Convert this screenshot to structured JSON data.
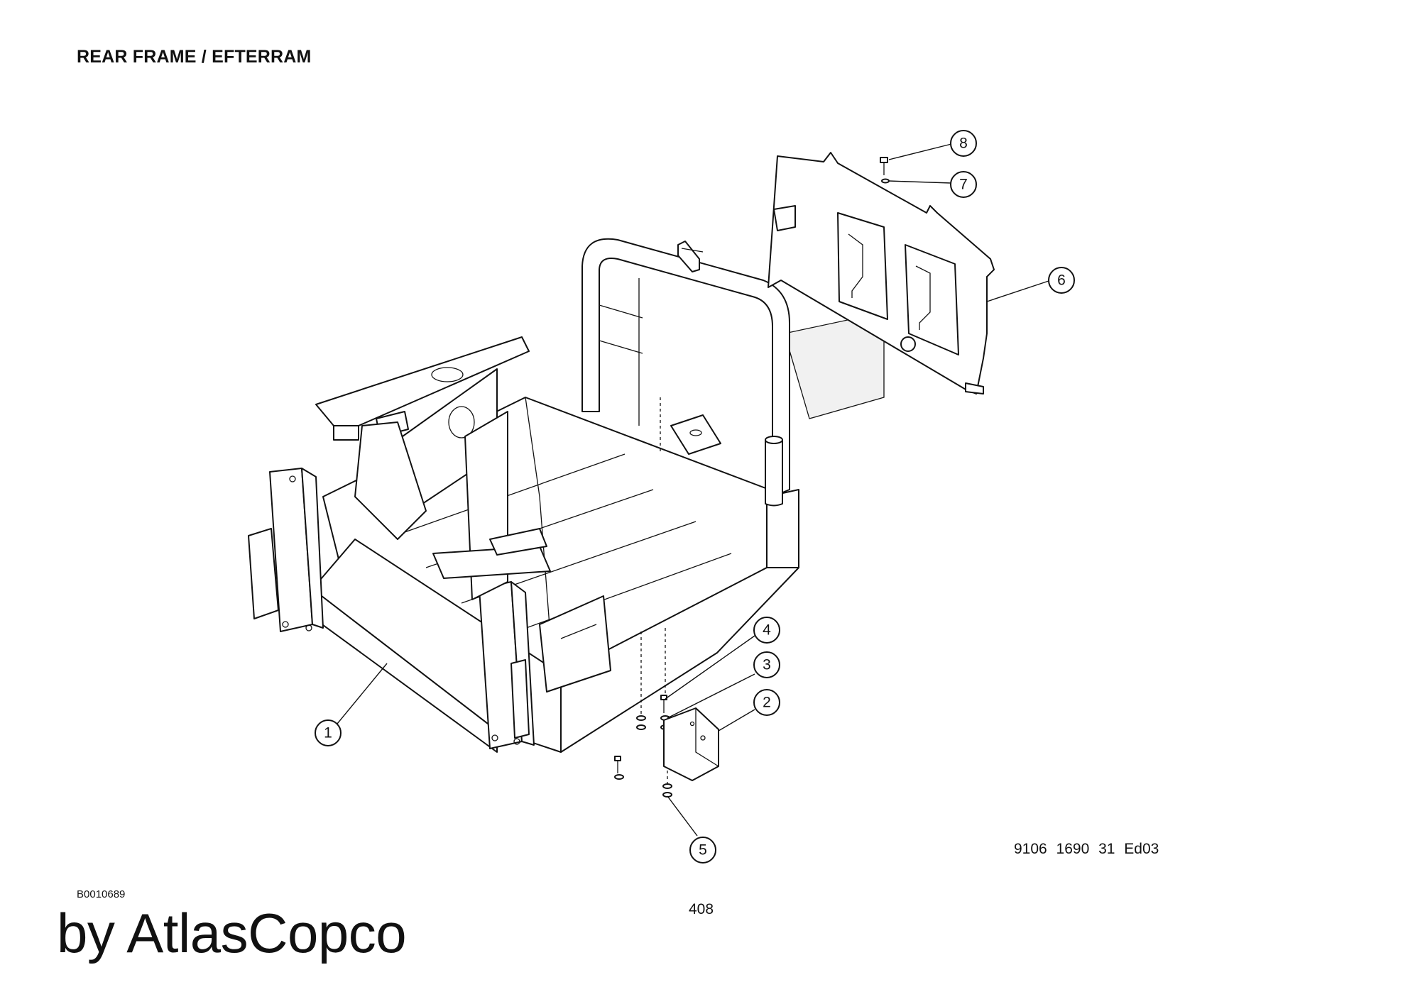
{
  "page": {
    "title": "REAR FRAME / EFTERRAM",
    "document_number": "9106  1690  31   Ed03",
    "drawing_id": "B0010689",
    "page_number": "408",
    "brand_text": "by AtlasCopco"
  },
  "callouts": [
    {
      "id": "1",
      "label": "1"
    },
    {
      "id": "2",
      "label": "2"
    },
    {
      "id": "3",
      "label": "3"
    },
    {
      "id": "4",
      "label": "4"
    },
    {
      "id": "5",
      "label": "5"
    },
    {
      "id": "6",
      "label": "6"
    },
    {
      "id": "7",
      "label": "7"
    },
    {
      "id": "8",
      "label": "8"
    }
  ]
}
